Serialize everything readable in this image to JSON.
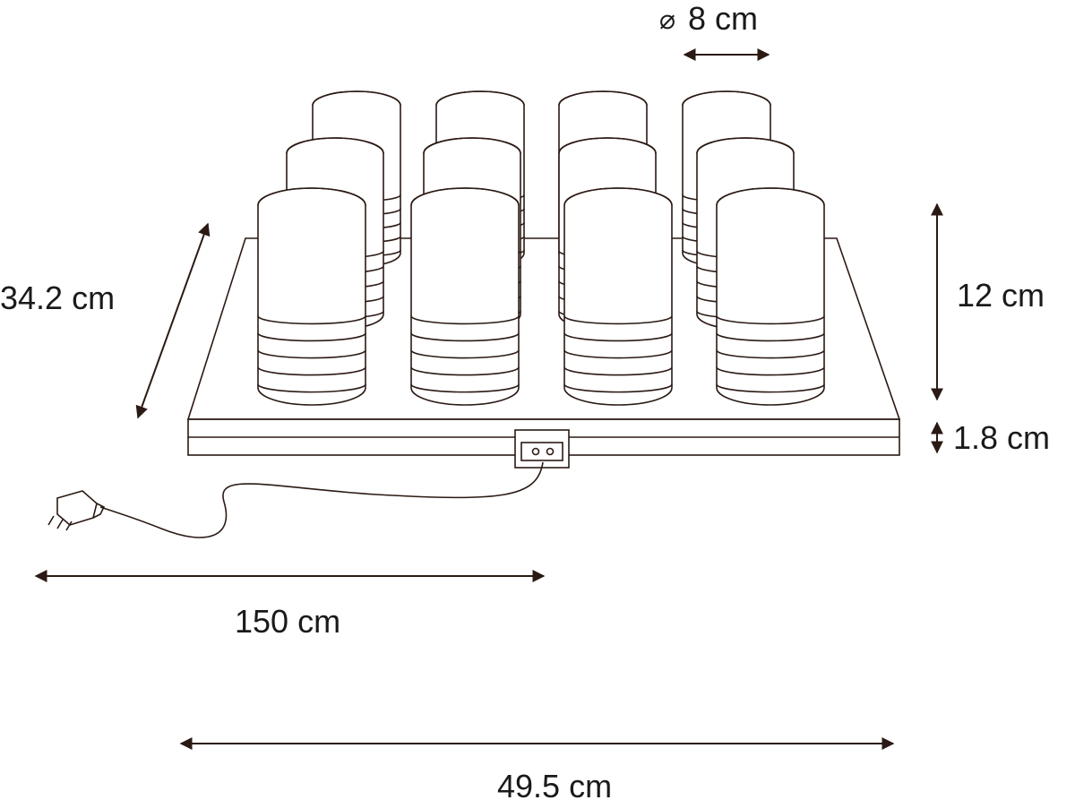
{
  "dimensions": {
    "diameter": {
      "symbol": "⌀",
      "label": "8 cm"
    },
    "depth": {
      "label": "34.2 cm"
    },
    "lamp_height": {
      "label": "12 cm"
    },
    "base_height": {
      "label": "1.8 cm"
    },
    "cable_length": {
      "label": "150 cm"
    },
    "width": {
      "label": "49.5 cm"
    }
  },
  "lamps": {
    "rows": 3,
    "columns": 4
  },
  "colors": {
    "stroke": "#2b1a14",
    "text": "#1a1a1a",
    "background": "#ffffff"
  }
}
